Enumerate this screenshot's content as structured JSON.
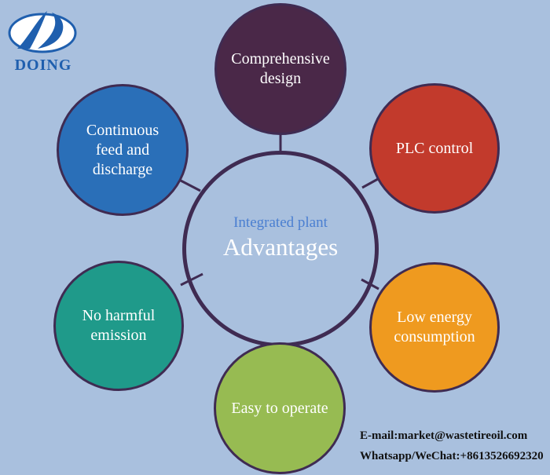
{
  "brand": {
    "name": "DOING",
    "color": "#1f5fae"
  },
  "center": {
    "subtitle": "Integrated plant",
    "title": "Advantages"
  },
  "nodes": [
    {
      "line1": "Comprehensive",
      "line2": "design",
      "color": "#4a2848"
    },
    {
      "line1": "PLC control",
      "line2": "",
      "color": "#c23a2c"
    },
    {
      "line1": "Low energy",
      "line2": "consumption",
      "color": "#ef9a1f"
    },
    {
      "line1": "Easy to operate",
      "line2": "",
      "color": "#97bb52"
    },
    {
      "line1": "No harmful",
      "line2": "emission",
      "color": "#1f9a8a"
    },
    {
      "line1": "Continuous",
      "line2": "feed and discharge",
      "color": "#2a6fb8"
    }
  ],
  "contact": {
    "email": "E-mail:market@wastetireoil.com",
    "phone": "Whatsapp/WeChat:+8613526692320"
  }
}
